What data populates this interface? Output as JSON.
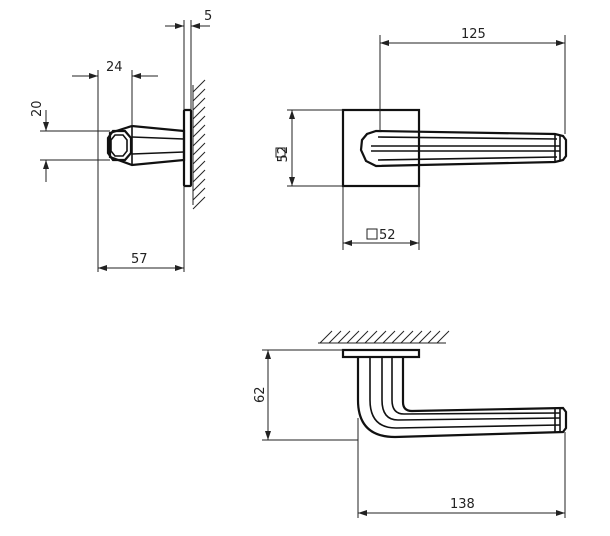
{
  "dimensions": {
    "side_rose_thickness": "5",
    "side_square_offset": "24",
    "side_spindle_height": "20",
    "side_projection": "57",
    "front_lever_length": "125",
    "front_rose_height": "52",
    "front_rose_width": "52",
    "top_height": "62",
    "top_lever_length": "138"
  },
  "colors": {
    "line": "#111111",
    "background": "#ffffff"
  },
  "icons": {
    "square_symbol": "square-outline-icon"
  }
}
